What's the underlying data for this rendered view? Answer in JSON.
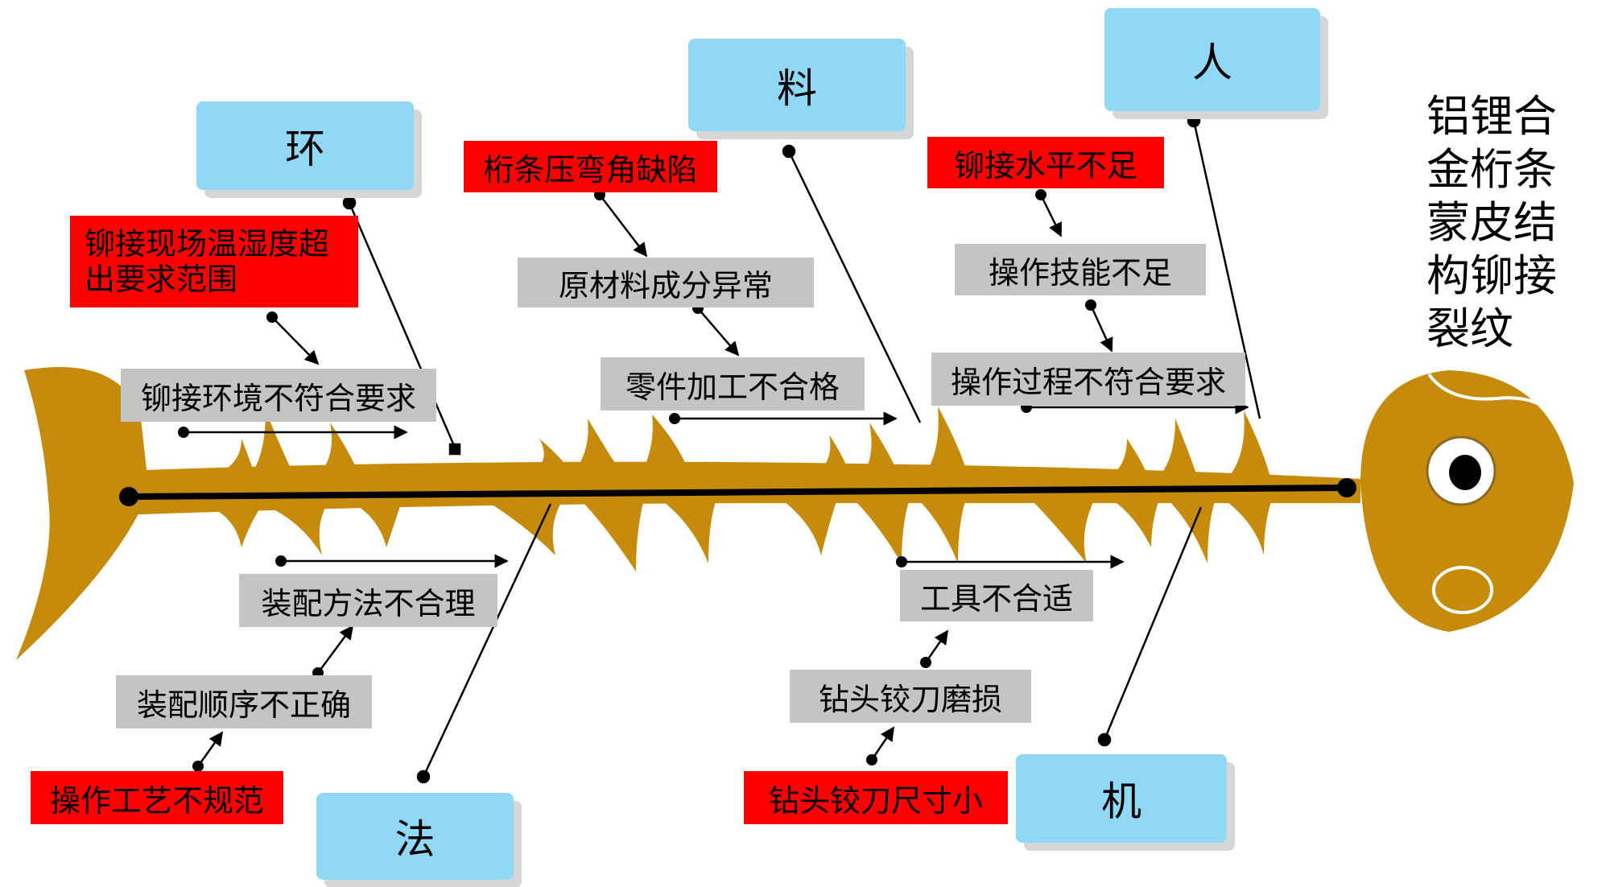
{
  "title": "铝锂合金桁条蒙皮结构铆接裂纹",
  "colors": {
    "fish": "#c78b0c",
    "category_box": "#8fd8f6",
    "cause_red": "#ff0000",
    "cause_gray": "#c4c4c4",
    "spine": "#000000"
  },
  "categories": {
    "environment": "环",
    "material": "料",
    "man": "人",
    "method": "法",
    "machine": "机"
  },
  "causes": {
    "env_root": "铆接现场温湿度超出要求范围",
    "env_mid": "铆接环境不符合要求",
    "mat_root": "桁条压弯角缺陷",
    "mat_mid1": "原材料成分异常",
    "mat_mid2": "零件加工不合格",
    "man_root": "铆接水平不足",
    "man_mid1": "操作技能不足",
    "man_mid2": "操作过程不符合要求",
    "meth_root": "操作工艺不规范",
    "meth_mid1": "装配顺序不正确",
    "meth_mid2": "装配方法不合理",
    "mach_root": "钻头铰刀尺寸小",
    "mach_mid1": "钻头铰刀磨损",
    "mach_mid2": "工具不合适"
  }
}
